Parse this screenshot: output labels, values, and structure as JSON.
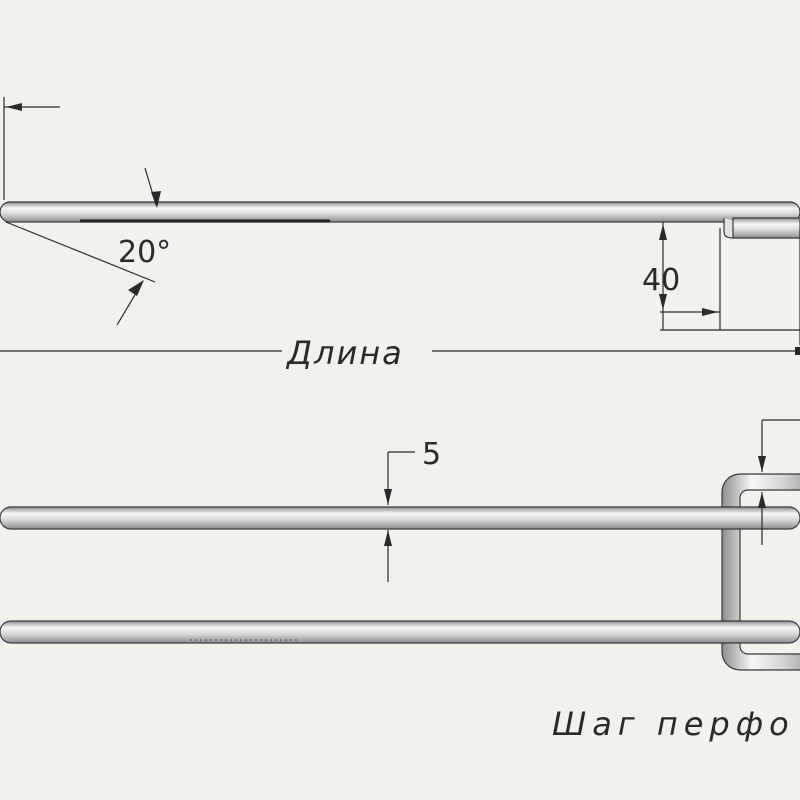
{
  "labels": {
    "angle": "20°",
    "height": "40",
    "length": "Длина",
    "diameter": "5",
    "pitch": "Шаг перфо"
  },
  "colors": {
    "background": "#f3f1ec",
    "ink": "#2a2a2a",
    "rod_light": "#f7f7f7",
    "rod_mid": "#d6d6d6",
    "rod_dark": "#8e8e8e"
  }
}
